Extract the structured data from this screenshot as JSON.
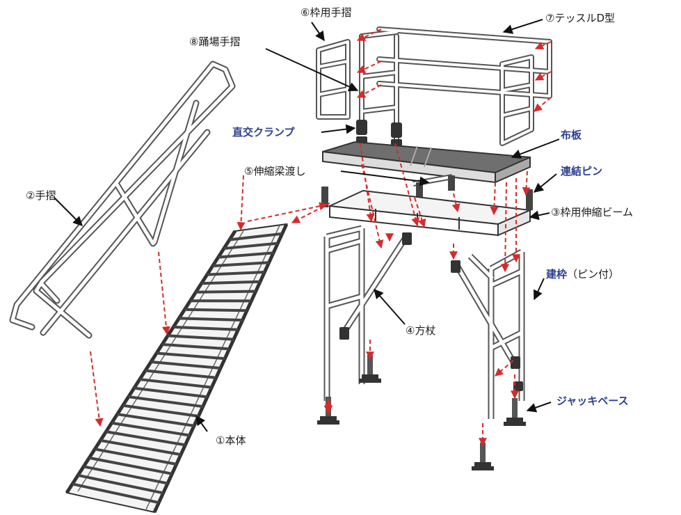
{
  "colors": {
    "frame": "#555555",
    "frame_light": "#dddddd",
    "deck": "#6f6f6f",
    "pointer": "#111111",
    "assembly_arrow": "#d62b2b",
    "accent_label": "#2b3f8f"
  },
  "labels": {
    "frame_handrail": "⑥枠用手摺",
    "tessle_d": "⑦テッスルD型",
    "step_handrail": "⑧踊場手摺",
    "right_angle_clamp": "直交クランプ",
    "plank": "布板",
    "telescopic_bridge": "⑤伸縮梁渡し",
    "connecting_pin": "連結ピン",
    "handrail": "②手摺",
    "telescopic_beam": "③枠用伸縮ビーム",
    "frame_with_pin": "建枠",
    "frame_with_pin_suffix": "（ピン付）",
    "brace": "④方杖",
    "jack_base": "ジャッキベース",
    "main_body": "①本体"
  }
}
